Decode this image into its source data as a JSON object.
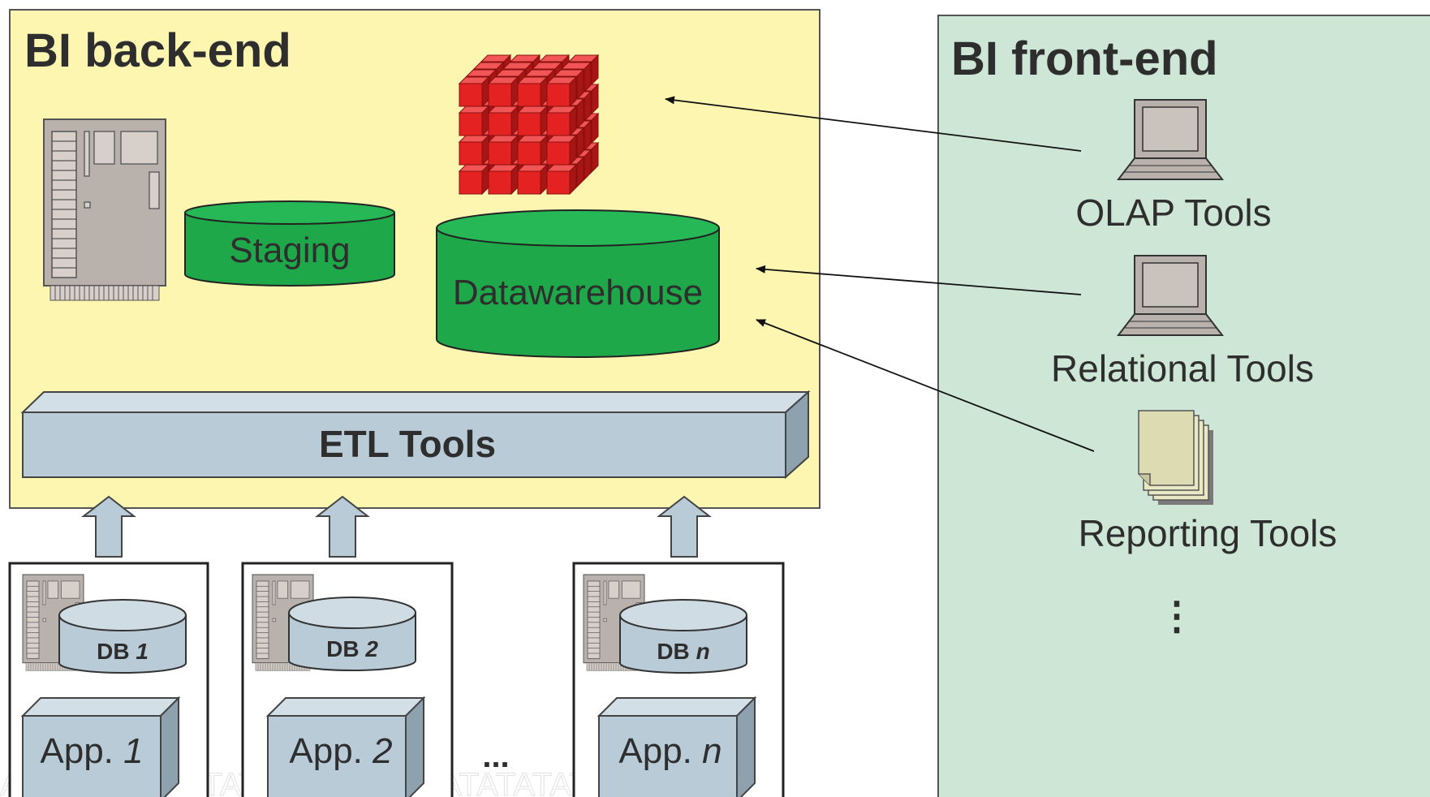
{
  "backend": {
    "title": "BI back-end"
  },
  "frontend": {
    "title": "BI front-end",
    "tools": [
      {
        "label": "OLAP Tools",
        "icon": "laptop-icon"
      },
      {
        "label": "Relational Tools",
        "icon": "laptop-icon"
      },
      {
        "label": "Reporting Tools",
        "icon": "documents-icon"
      }
    ],
    "more": "⋮"
  },
  "staging": {
    "label": "Staging"
  },
  "warehouse": {
    "label": "Datawarehouse"
  },
  "etl": {
    "label": "ETL Tools"
  },
  "sources": [
    {
      "db_prefix": "DB",
      "db_index": "1",
      "app_prefix": "App.",
      "app_index": "1"
    },
    {
      "db_prefix": "DB",
      "db_index": "2",
      "app_prefix": "App.",
      "app_index": "2"
    },
    {
      "db_prefix": "DB",
      "db_index": "n",
      "app_prefix": "App.",
      "app_index": "n"
    }
  ],
  "sources_ellipsis": "...",
  "colors": {
    "backend_fill": "#fdf6b0",
    "frontend_fill": "#cde6d6",
    "cylinder_green": "#1fa84a",
    "cylinder_blue": "#b8cad6",
    "etl_fill": "#b9cbd6",
    "cube_red": "#e52222",
    "server_gray": "#b9b1ab"
  }
}
